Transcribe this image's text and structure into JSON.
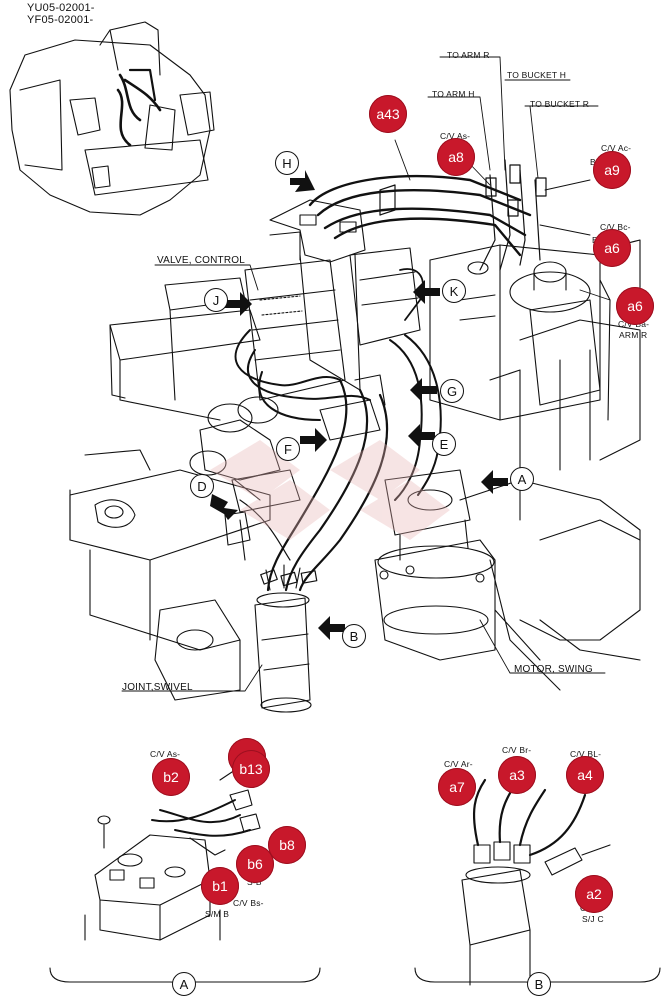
{
  "serials": [
    "YU05-02001-",
    "YF05-02001-"
  ],
  "labels": {
    "to_arm_r": "TO ARM R",
    "to_bucket_h": "TO BUCKET H",
    "to_arm_h": "TO ARM H",
    "to_bucket_r": "TO BUCKET R",
    "valve_control": "VALVE, CONTROL",
    "joint_swivel": "JOINT,SWIVEL",
    "motor_swing": "MOTOR, SWING",
    "cv_as_top": "C/V As-",
    "cv_ac": "C/V Ac-",
    "cv_ac_b": "B",
    "cv_bc": "C/V Bc-",
    "cv_bc_b": "B",
    "cv_ba_arm": "C/V Ba-",
    "arm_r": "ARM R",
    "cv_as_a": "C/V As-",
    "cv_bs": "C/V Bs-",
    "sm_b": "S/M B",
    "cv_ar": "C/V Ar-",
    "cv_br": "C/V Br-",
    "cv_bl": "C/V BL-",
    "cv_s": "C/V",
    "sj_c": "S/J C",
    "b6_tail": "S-B"
  },
  "view_letters": {
    "H": "H",
    "J": "J",
    "K": "K",
    "G": "G",
    "F": "F",
    "E": "E",
    "D": "D",
    "A": "A",
    "B": "B",
    "detail_a": "A",
    "detail_b": "B"
  },
  "markers": {
    "a43": "a43",
    "a8": "a8",
    "a9": "a9",
    "a6_1": "a6",
    "a6_2": "a6",
    "b2": "b2",
    "b13": "b13",
    "b8": "b8",
    "b6": "b6",
    "b1": "b1",
    "a7": "a7",
    "a3": "a3",
    "a4": "a4",
    "a2": "a2"
  },
  "colors": {
    "marker": "#c8182b",
    "line": "#111111",
    "watermark": "#e7b3b3"
  }
}
